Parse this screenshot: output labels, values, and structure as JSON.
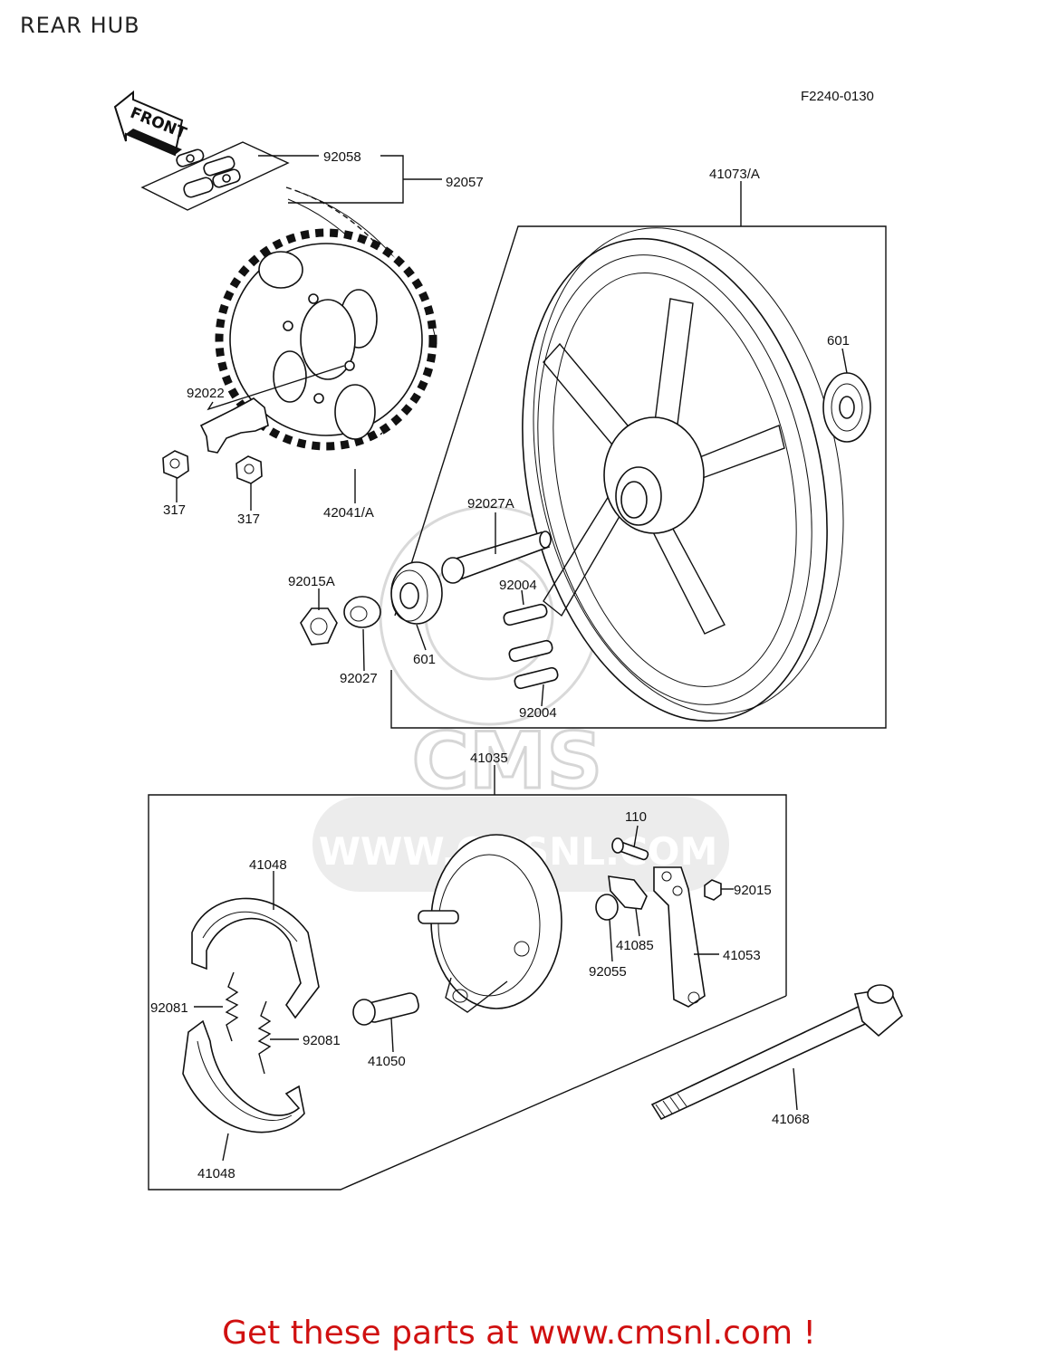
{
  "page": {
    "title": "REAR HUB"
  },
  "diagram": {
    "code": "F2240-0130",
    "front_badge": "FRONT",
    "watermark": {
      "brand": "CMS",
      "url": "WWW.CMSNL.COM"
    },
    "callouts": {
      "c92058": "92058",
      "c92057": "92057",
      "c41073": "41073/A",
      "c601a": "601",
      "c92022": "92022",
      "c317a": "317",
      "c317b": "317",
      "c42041": "42041/A",
      "c92027A": "92027A",
      "c92015A": "92015A",
      "c92004a": "92004",
      "c601b": "601",
      "c92027": "92027",
      "c92004b": "92004",
      "c41035": "41035",
      "c110": "110",
      "c41048a": "41048",
      "c92015": "92015",
      "c41085": "41085",
      "c41053": "41053",
      "c92055": "92055",
      "c92081a": "92081",
      "c92081b": "92081",
      "c41050": "41050",
      "c41068": "41068",
      "c41048b": "41048"
    }
  },
  "promo": {
    "text": "Get these parts at www.cmsnl.com !"
  }
}
